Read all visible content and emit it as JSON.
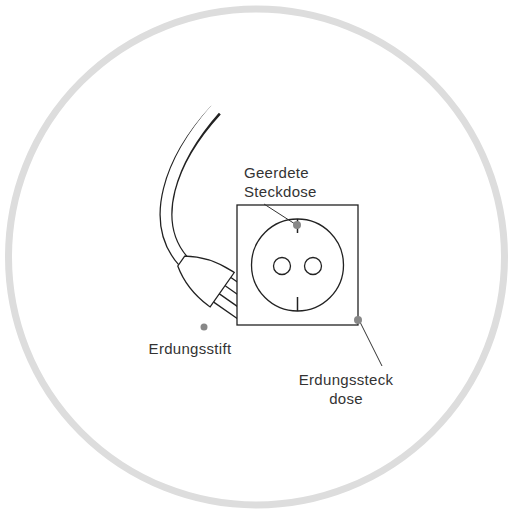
{
  "diagram": {
    "labels": [
      "Geerdete Steckdose",
      "Erdungsstift",
      "Erdungssteck dose"
    ]
  }
}
